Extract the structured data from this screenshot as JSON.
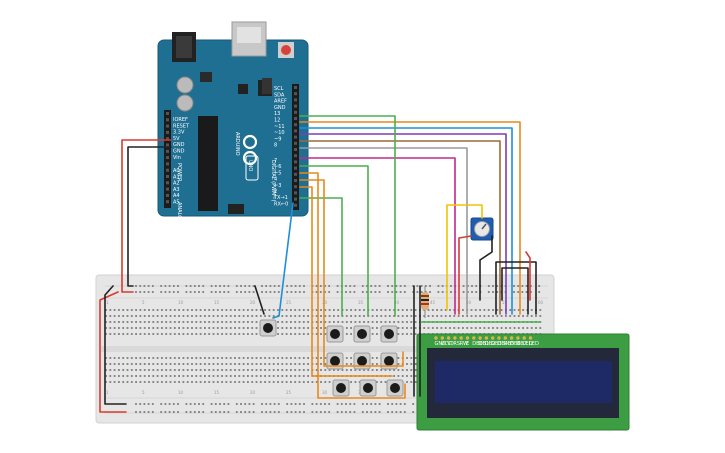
{
  "arduino": {
    "board_name": "UNO",
    "brand": "ARDUINO",
    "power_labels": [
      "IOREF",
      "RESET",
      "3.3V",
      "5V",
      "GND",
      "GND",
      "Vin"
    ],
    "power_header_title": "POWER",
    "analog_labels": [
      "A0",
      "A1",
      "A2",
      "A3",
      "A4",
      "A5"
    ],
    "analog_header_title": "ANALOG IN",
    "digital_top_labels": [
      "SCL",
      "SDA",
      "AREF",
      "GND",
      "13",
      "12",
      "~11",
      "~10",
      "~9",
      "8"
    ],
    "digital_bottom_labels": [
      "7",
      "~6",
      "~5",
      "4",
      "~3",
      "2",
      "TX→1",
      "RX←0"
    ],
    "digital_header_title": "DIGITAL (PWM~)",
    "led_labels": [
      "TX",
      "RX",
      "L"
    ]
  },
  "breadboard": {
    "column_numbers": [
      "1",
      "5",
      "10",
      "15",
      "20",
      "25",
      "30",
      "35",
      "40",
      "45",
      "50",
      "55",
      "60"
    ]
  },
  "lcd": {
    "type": "16x2 LCD",
    "pin_labels": [
      "GND",
      "VCC",
      "V0",
      "RS",
      "RW",
      "E",
      "DB0",
      "DB1",
      "DB2",
      "DB3",
      "DB4",
      "DB5",
      "DB6",
      "DB7",
      "LED",
      "LED"
    ]
  },
  "colors": {
    "arduino_board": "#1f6f93",
    "breadboard": "#e6e6e6",
    "lcd_board": "#3c9d43",
    "lcd_screen": "#1d2a66",
    "wire_red": "#d83a2e",
    "wire_black": "#222222",
    "wire_orange": "#e8891c",
    "wire_green": "#4caf50",
    "wire_blue": "#1f8fd6",
    "wire_magenta": "#c0288e",
    "wire_purple": "#7b3fb8",
    "wire_brown": "#9c6a3c",
    "wire_gray": "#9a9a9a",
    "wire_yellow": "#f0c400"
  }
}
